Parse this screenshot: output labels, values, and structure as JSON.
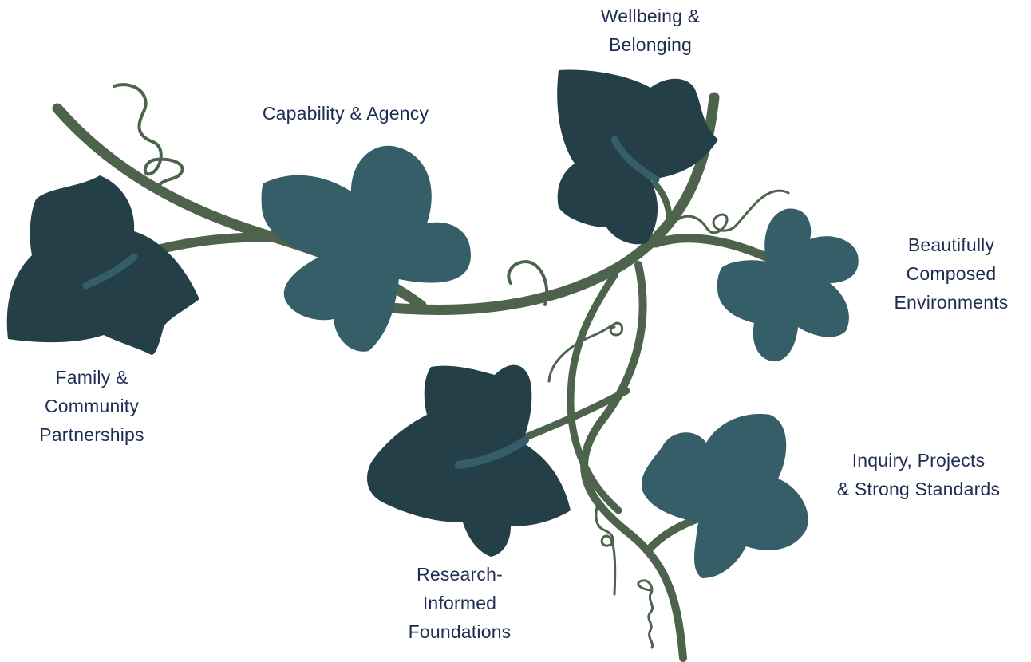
{
  "colors": {
    "vine": "#4d634b",
    "leaf_dark": "#243f48",
    "leaf_light": "#355e68",
    "vein": "#355e68",
    "label_text": "#1f2d52"
  },
  "pillars": {
    "wellbeing": {
      "lines": [
        "Wellbeing &",
        "Belonging"
      ]
    },
    "capability": {
      "lines": [
        "Capability & Agency"
      ]
    },
    "beautiful": {
      "lines": [
        "Beautifully",
        "Composed",
        "Environments"
      ]
    },
    "family": {
      "lines": [
        "Family &",
        "Community",
        "Partnerships"
      ]
    },
    "inquiry": {
      "lines": [
        "Inquiry, Projects",
        "& Strong Standards"
      ]
    },
    "research": {
      "lines": [
        "Research-",
        "Informed",
        "Foundations"
      ]
    }
  }
}
